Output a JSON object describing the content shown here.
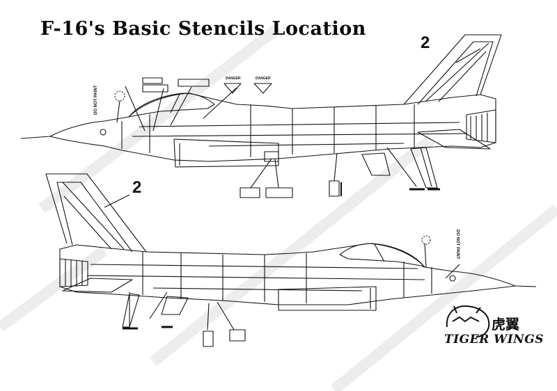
{
  "title": "F-16's Basic Stencils Location",
  "callouts": {
    "upper_view": "2",
    "lower_view": "2"
  },
  "stencil_labels": {
    "do_not_paint_left": "DO NOT PAINT",
    "do_not_paint_right": "DO NOT PAINT",
    "danger_1": "DANGER",
    "danger_2": "DANGER"
  },
  "brand": {
    "name": "TIGER WINGS",
    "name_cjk": "虎翼"
  },
  "colors": {
    "line": "#111111",
    "watermark": "#e6e6e6",
    "background": "#ffffff"
  }
}
